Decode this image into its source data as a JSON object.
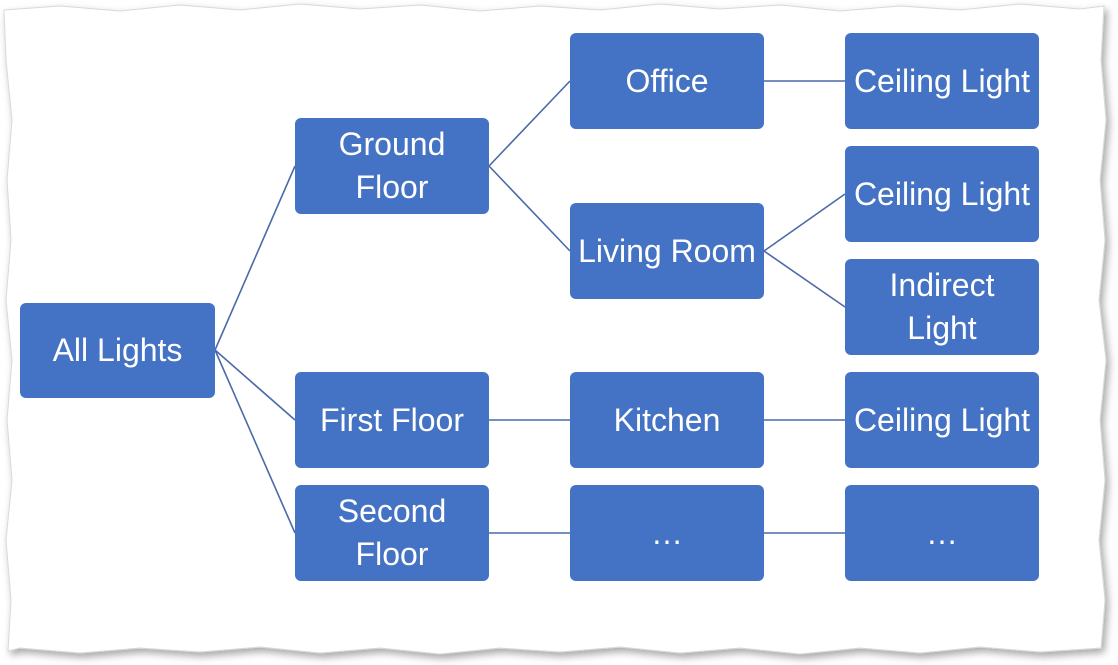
{
  "diagram": {
    "root": {
      "label": "All Lights"
    },
    "floors": [
      {
        "label": "Ground Floor"
      },
      {
        "label": "First Floor"
      },
      {
        "label": "Second Floor"
      }
    ],
    "rooms": [
      {
        "label": "Office"
      },
      {
        "label": "Living Room"
      },
      {
        "label": "Kitchen"
      },
      {
        "label": "…"
      }
    ],
    "lights": [
      {
        "label": "Ceiling Light"
      },
      {
        "label": "Ceiling Light"
      },
      {
        "label": "Indirect Light"
      },
      {
        "label": "Ceiling Light"
      },
      {
        "label": "…"
      }
    ],
    "colors": {
      "node_fill": "#4472c4",
      "node_text": "#ffffff",
      "connector": "#4a6aa8",
      "background": "#ffffff"
    }
  }
}
